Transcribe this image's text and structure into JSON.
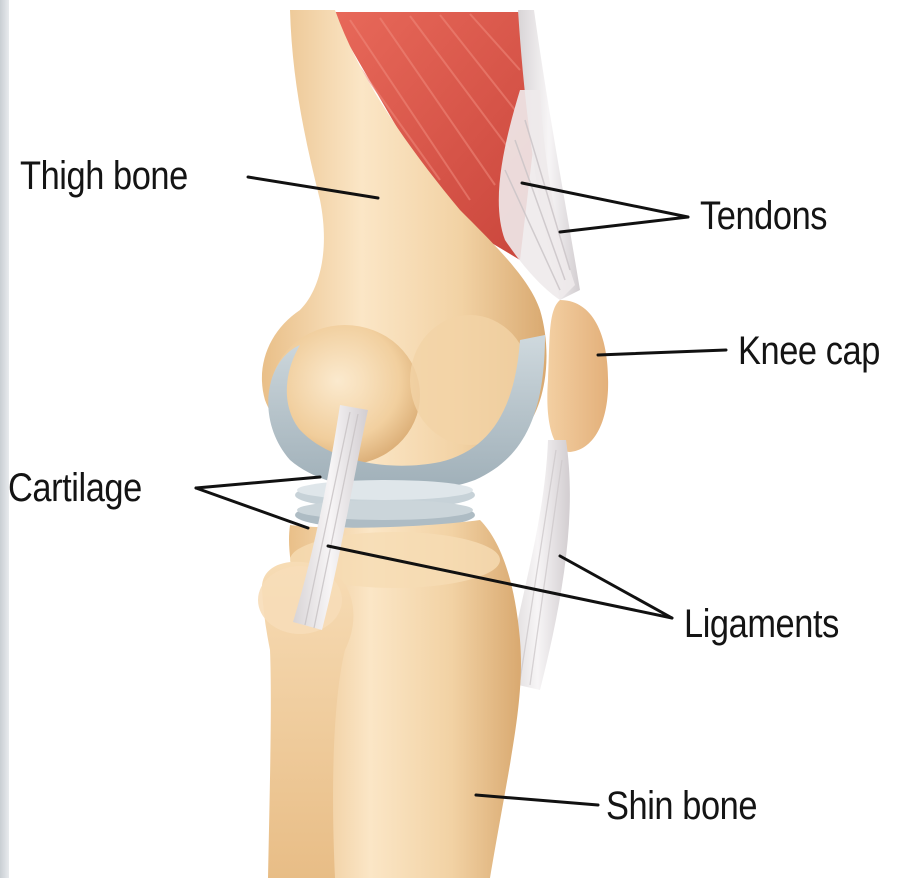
{
  "labels": {
    "thigh_bone": "Thigh bone",
    "tendons": "Tendons",
    "knee_cap": "Knee cap",
    "cartilage": "Cartilage",
    "ligaments": "Ligaments",
    "shin_bone": "Shin bone"
  },
  "colors": {
    "bone": "#f1cf9f",
    "bone_highlight": "#fbe7c8",
    "bone_shadow": "#dcb07a",
    "muscle": "#e0594c",
    "tendon": "#ece9ea",
    "cartilage": "#b9c6cd",
    "leader_line": "#111111"
  }
}
